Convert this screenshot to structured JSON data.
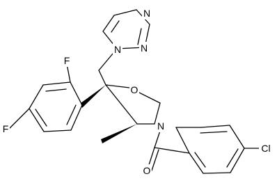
{
  "molecule": {
    "atoms": {
      "n_triazole_top": "N",
      "n_triazole_right": "N",
      "n_triazole_linked": "N",
      "oxygen_ring": "O",
      "nitrogen_ring": "N",
      "oxygen_carbonyl": "O",
      "fluorine_ortho": "F",
      "fluorine_para": "F",
      "chlorine": "Cl"
    }
  }
}
